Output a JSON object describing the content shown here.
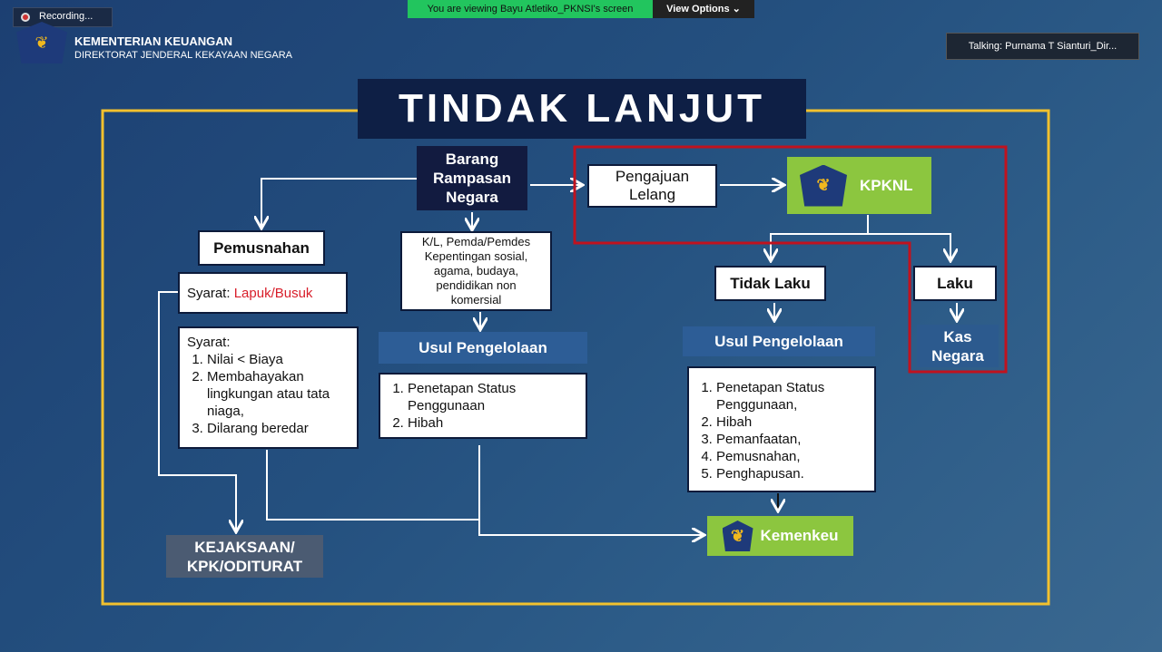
{
  "zoom": {
    "recording": "Recording...",
    "viewing": "You are viewing Bayu Atletiko_PKNSI's screen",
    "view_options": "View Options",
    "talking": "Talking: Purnama  T  Sianturi_Dir..."
  },
  "header": {
    "org": "KEMENTERIAN KEUANGAN",
    "dept": "DIREKTORAT JENDERAL KEKAYAAN NEGARA"
  },
  "title": "TINDAK LANJUT",
  "nodes": {
    "barang": "Barang Rampasan Negara",
    "pengajuan": "Pengajuan Lelang",
    "kpknl": "KPKNL",
    "pemusnahan": "Pemusnahan",
    "syarat_label": "Syarat: ",
    "syarat_value": "Lapuk/Busuk",
    "syarat2_title": "Syarat:",
    "syarat2_items": [
      "Nilai < Biaya",
      "Membahayakan lingkungan atau tata niaga,",
      "Dilarang beredar"
    ],
    "kl": "K/L, Pemda/Pemdes Kepentingan sosial, agama, budaya, pendidikan non komersial",
    "usul1": "Usul Pengelolaan",
    "usul1_items": [
      "Penetapan Status Penggunaan",
      "Hibah"
    ],
    "tidak_laku": "Tidak Laku",
    "laku": "Laku",
    "kas_negara": "Kas Negara",
    "usul2": "Usul Pengelolaan",
    "usul2_items": [
      "Penetapan Status Penggunaan,",
      "Hibah",
      "Pemanfaatan,",
      "Pemusnahan,",
      "Penghapusan."
    ],
    "kemenkeu": "Kemenkeu",
    "kejaksaan": "KEJAKSAAN/ KPK/ODITURAT"
  }
}
